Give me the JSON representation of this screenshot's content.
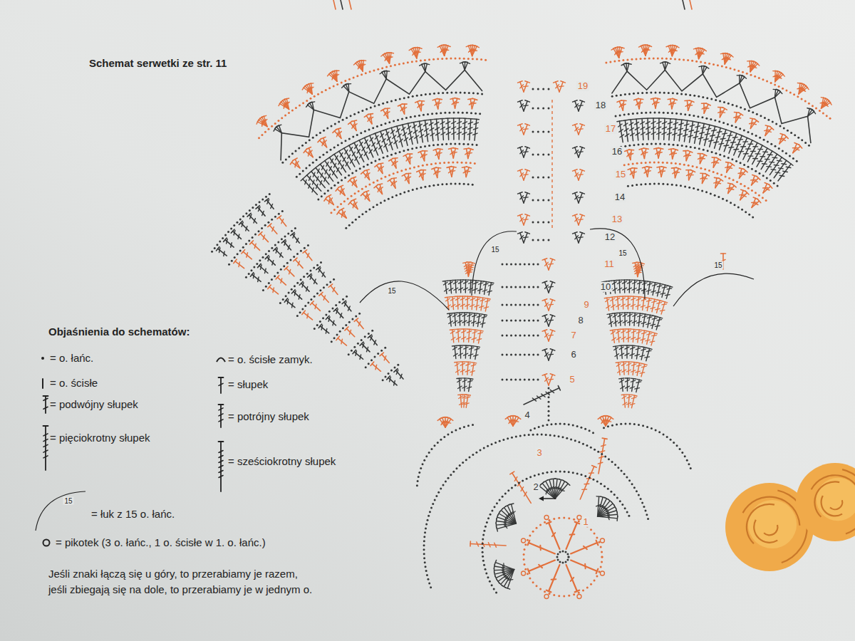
{
  "diagram": {
    "title": "Schemat serwetki ze str. 11",
    "labels": [
      "Objaśnienia do schematów:",
      "1",
      "2",
      "3",
      "4",
      "5",
      "6",
      "7",
      "8",
      "9",
      "10",
      "11",
      "12",
      "13",
      "14",
      "15",
      "16",
      "17",
      "18",
      "19",
      "15",
      "15",
      "15",
      "15",
      "15",
      "Jeśli znaki łączą się u góry, to przerabiamy je razem, jeśli zbiegają się na dole, to przerabiamy je w jednym o."
    ],
    "legend": [
      {
        "text": "= o. łańc."
      },
      {
        "text": "= o. ścisłe"
      },
      {
        "text": "= podwójny słupek"
      },
      {
        "text": "= pięciokrotny słupek"
      },
      {
        "text": "= o. ścisłe zamyk."
      },
      {
        "text": "= słupek"
      },
      {
        "text": "= potrójny słupek"
      },
      {
        "text": "= sześciokrotny słupek"
      },
      {
        "text": "= łuk z 15 o. łańc."
      },
      {
        "text": "= pikotek (3 o. łańc., 1 o. ścisłe w 1. o. łańc.)"
      }
    ]
  }
}
